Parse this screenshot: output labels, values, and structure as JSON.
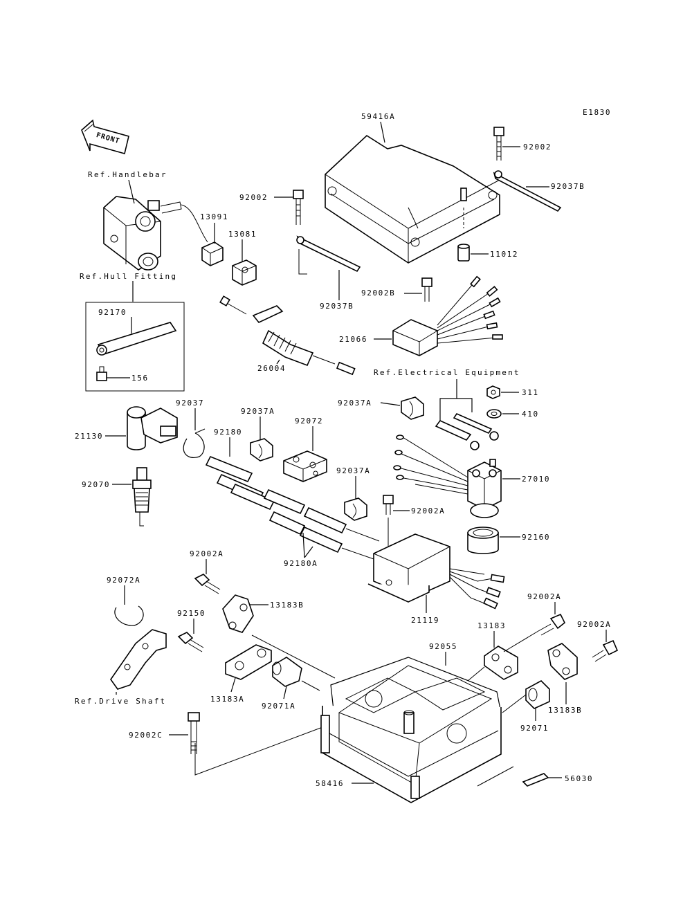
{
  "diagram_code": "E1830",
  "front_label": "FRONT",
  "references": {
    "handlebar": "Ref.Handlebar",
    "hull_fitting": "Ref.Hull Fitting",
    "electrical_equipment": "Ref.Electrical Equipment",
    "drive_shaft": "Ref.Drive Shaft"
  },
  "parts": {
    "p59416A": "59416A",
    "p92002_top": "92002",
    "p92037B_right": "92037B",
    "p92002_left": "92002",
    "p11012": "11012",
    "p13091": "13091",
    "p13081": "13081",
    "p92037B_mid": "92037B",
    "p92002B": "92002B",
    "p21066": "21066",
    "p92170": "92170",
    "p156": "156",
    "p26004": "26004",
    "p92037": "92037",
    "p21130": "21130",
    "p92037A_1": "92037A",
    "p92072": "92072",
    "p92037A_2": "92037A",
    "p311": "311",
    "p410": "410",
    "p92180": "92180",
    "p27010": "27010",
    "p92070": "92070",
    "p92037A_3": "92037A",
    "p92002A_mid": "92002A",
    "p92160": "92160",
    "p92180A": "92180A",
    "p92002A_left": "92002A",
    "p92072A": "92072A",
    "p13183B_left": "13183B",
    "p21119": "21119",
    "p92002A_r1": "92002A",
    "p92002A_r2": "92002A",
    "p92150": "92150",
    "p13183": "13183",
    "p92055": "92055",
    "p13183A": "13183A",
    "p92071A": "92071A",
    "p13183B_right": "13183B",
    "p92071": "92071",
    "p92002C": "92002C",
    "p58416": "58416",
    "p56030": "56030"
  }
}
